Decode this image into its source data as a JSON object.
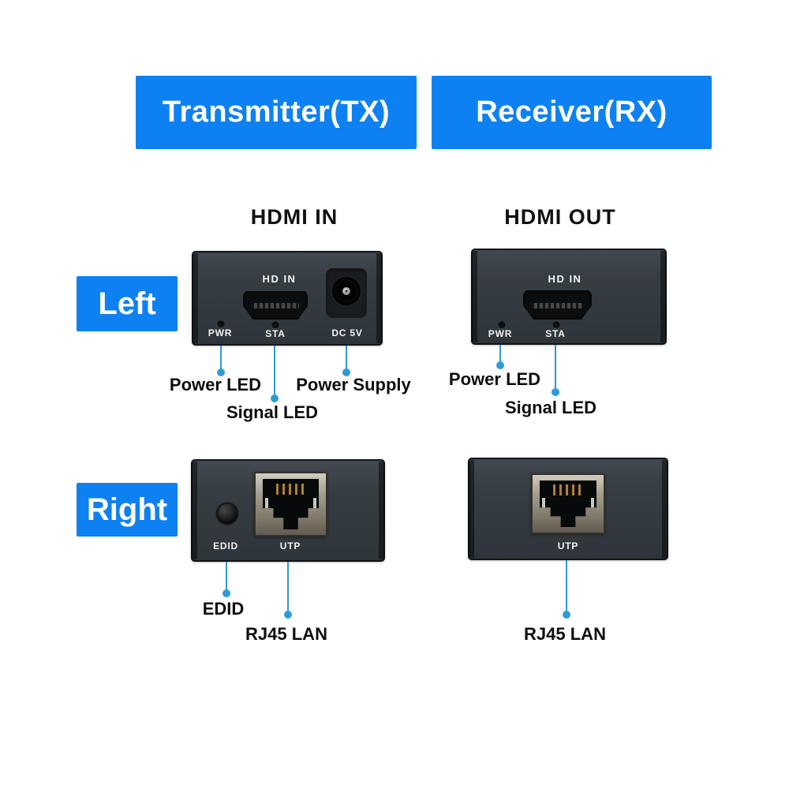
{
  "colors": {
    "accent_blue": "#0d81f1",
    "callout_blue": "#2e9bd8",
    "device_body": "#353c42",
    "text_dark": "#111111"
  },
  "headers": {
    "transmitter": "Transmitter(TX)",
    "receiver": "Receiver(RX)"
  },
  "side_labels": {
    "left": "Left",
    "right": "Right"
  },
  "panels": {
    "tx_left": {
      "title": "HDMI IN",
      "port_label": "HD IN",
      "pwr": "PWR",
      "sta": "STA",
      "dc": "DC 5V",
      "callouts": {
        "power_led": "Power LED",
        "signal_led": "Signal LED",
        "power_supply": "Power Supply"
      }
    },
    "rx_left": {
      "title": "HDMI OUT",
      "port_label": "HD IN",
      "pwr": "PWR",
      "sta": "STA",
      "callouts": {
        "power_led": "Power LED",
        "signal_led": "Signal LED"
      }
    },
    "tx_right": {
      "edid": "EDID",
      "utp": "UTP",
      "callouts": {
        "edid": "EDID",
        "rj45": "RJ45 LAN"
      }
    },
    "rx_right": {
      "utp": "UTP",
      "callouts": {
        "rj45": "RJ45 LAN"
      }
    }
  }
}
